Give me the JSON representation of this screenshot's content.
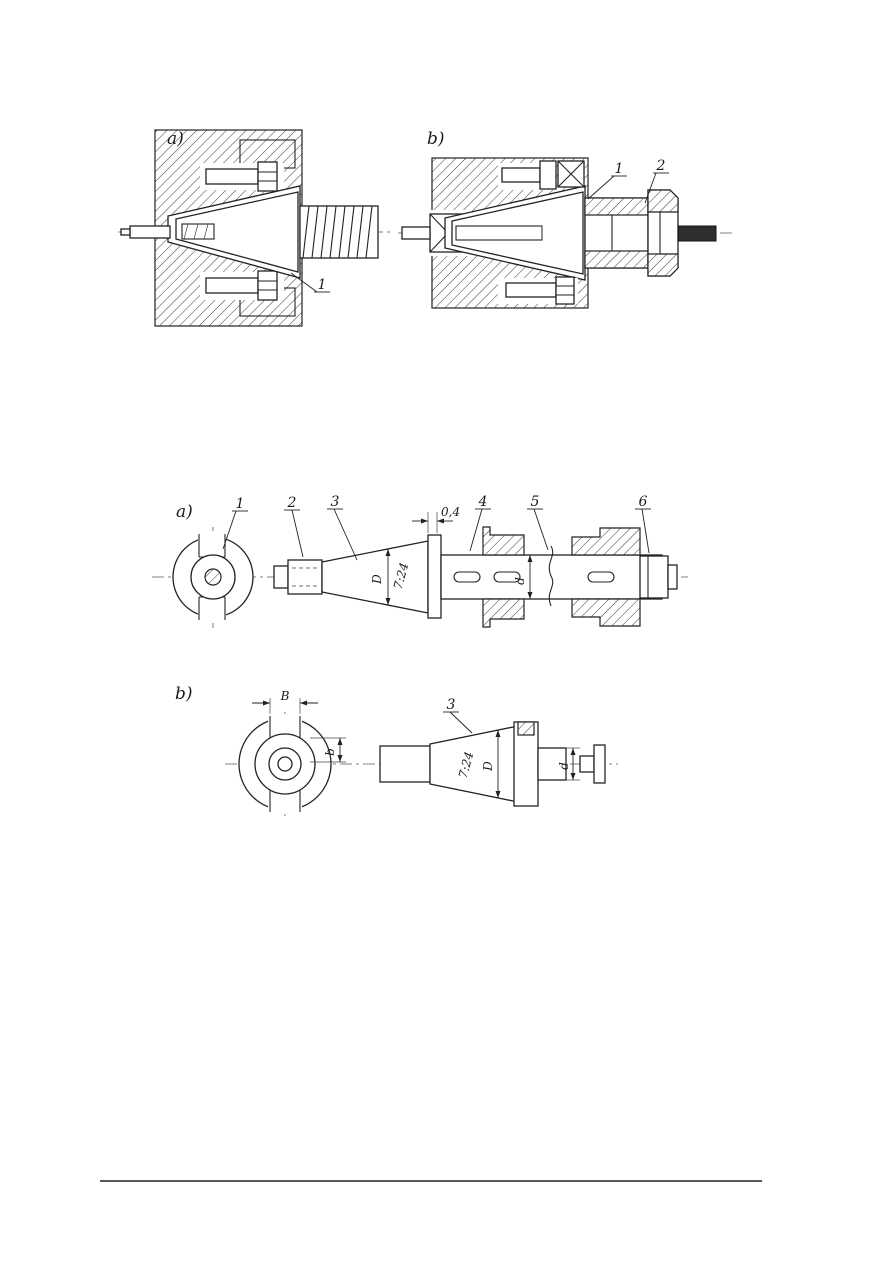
{
  "page": {
    "paper_color": "#ffffff",
    "ink_color": "#222222"
  },
  "figure_top": {
    "view_a": {
      "label": "a)",
      "callout_1": "1"
    },
    "view_b": {
      "label": "b)",
      "callout_1": "1",
      "callout_2": "2"
    }
  },
  "figure_middle": {
    "view_a": {
      "label": "a)",
      "callouts": {
        "c1": "1",
        "c2": "2",
        "c3": "3",
        "c4": "4",
        "c5": "5",
        "c6": "6"
      },
      "dims": {
        "gap": "0,4",
        "taper": "7:24",
        "D": "D",
        "d": "d"
      }
    },
    "view_b": {
      "label": "b)",
      "callout_3": "3",
      "dims": {
        "B": "B",
        "b": "b",
        "taper": "7:24",
        "D": "D",
        "d": "d"
      }
    }
  }
}
